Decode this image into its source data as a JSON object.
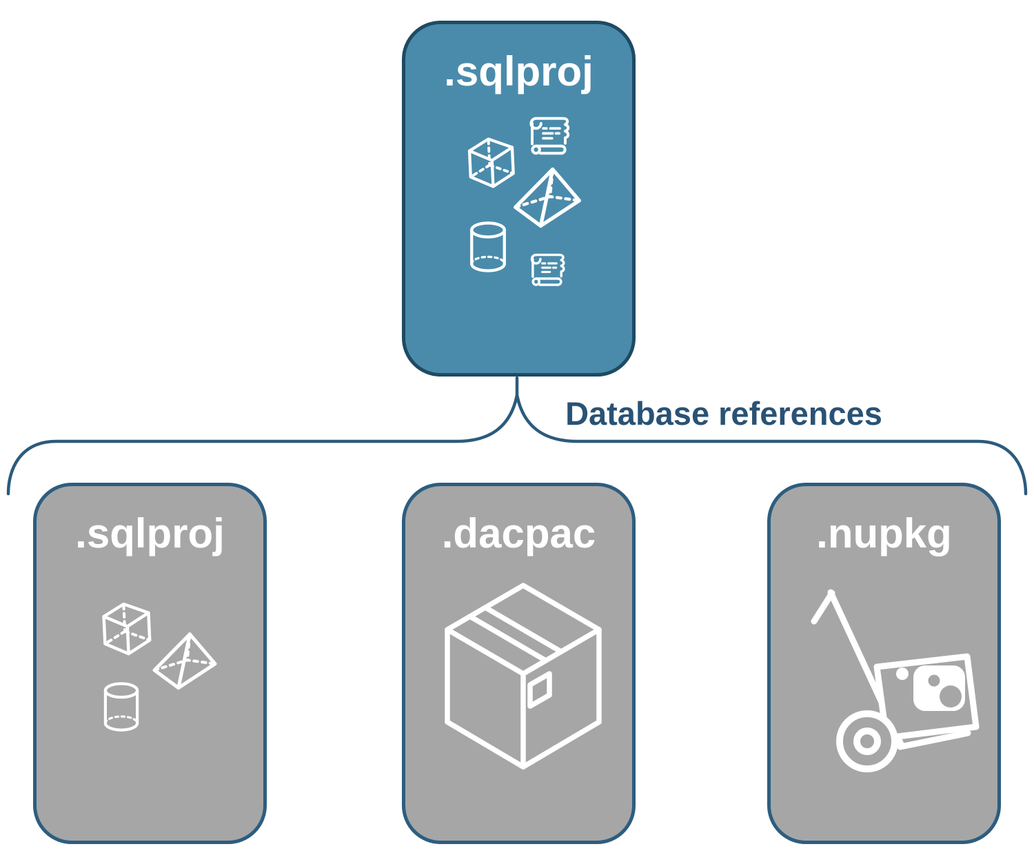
{
  "colors": {
    "canvas-bg": "#FFFFFF",
    "node-blue": "#4A8BAB",
    "node-blue-border": "#1E4A63",
    "node-gray": "#A6A6A6",
    "node-gray-border": "#2D5D7F",
    "connector": "#2B5B7C",
    "label-text": "#2A5274",
    "title-text": "#FFFFFF",
    "icon-stroke": "#FFFFFF"
  },
  "root_node": {
    "title": ".sqlproj",
    "icons": [
      "scroll-icon",
      "cube-icon",
      "pyramid-icon",
      "cylinder-icon",
      "scroll-icon"
    ]
  },
  "connector": {
    "label": "Database references"
  },
  "child_nodes": [
    {
      "title": ".sqlproj",
      "icons": [
        "cube-icon",
        "pyramid-icon",
        "cylinder-icon"
      ]
    },
    {
      "title": ".dacpac",
      "icons": [
        "package-box-icon"
      ]
    },
    {
      "title": ".nupkg",
      "icons": [
        "hand-truck-icon"
      ]
    }
  ]
}
